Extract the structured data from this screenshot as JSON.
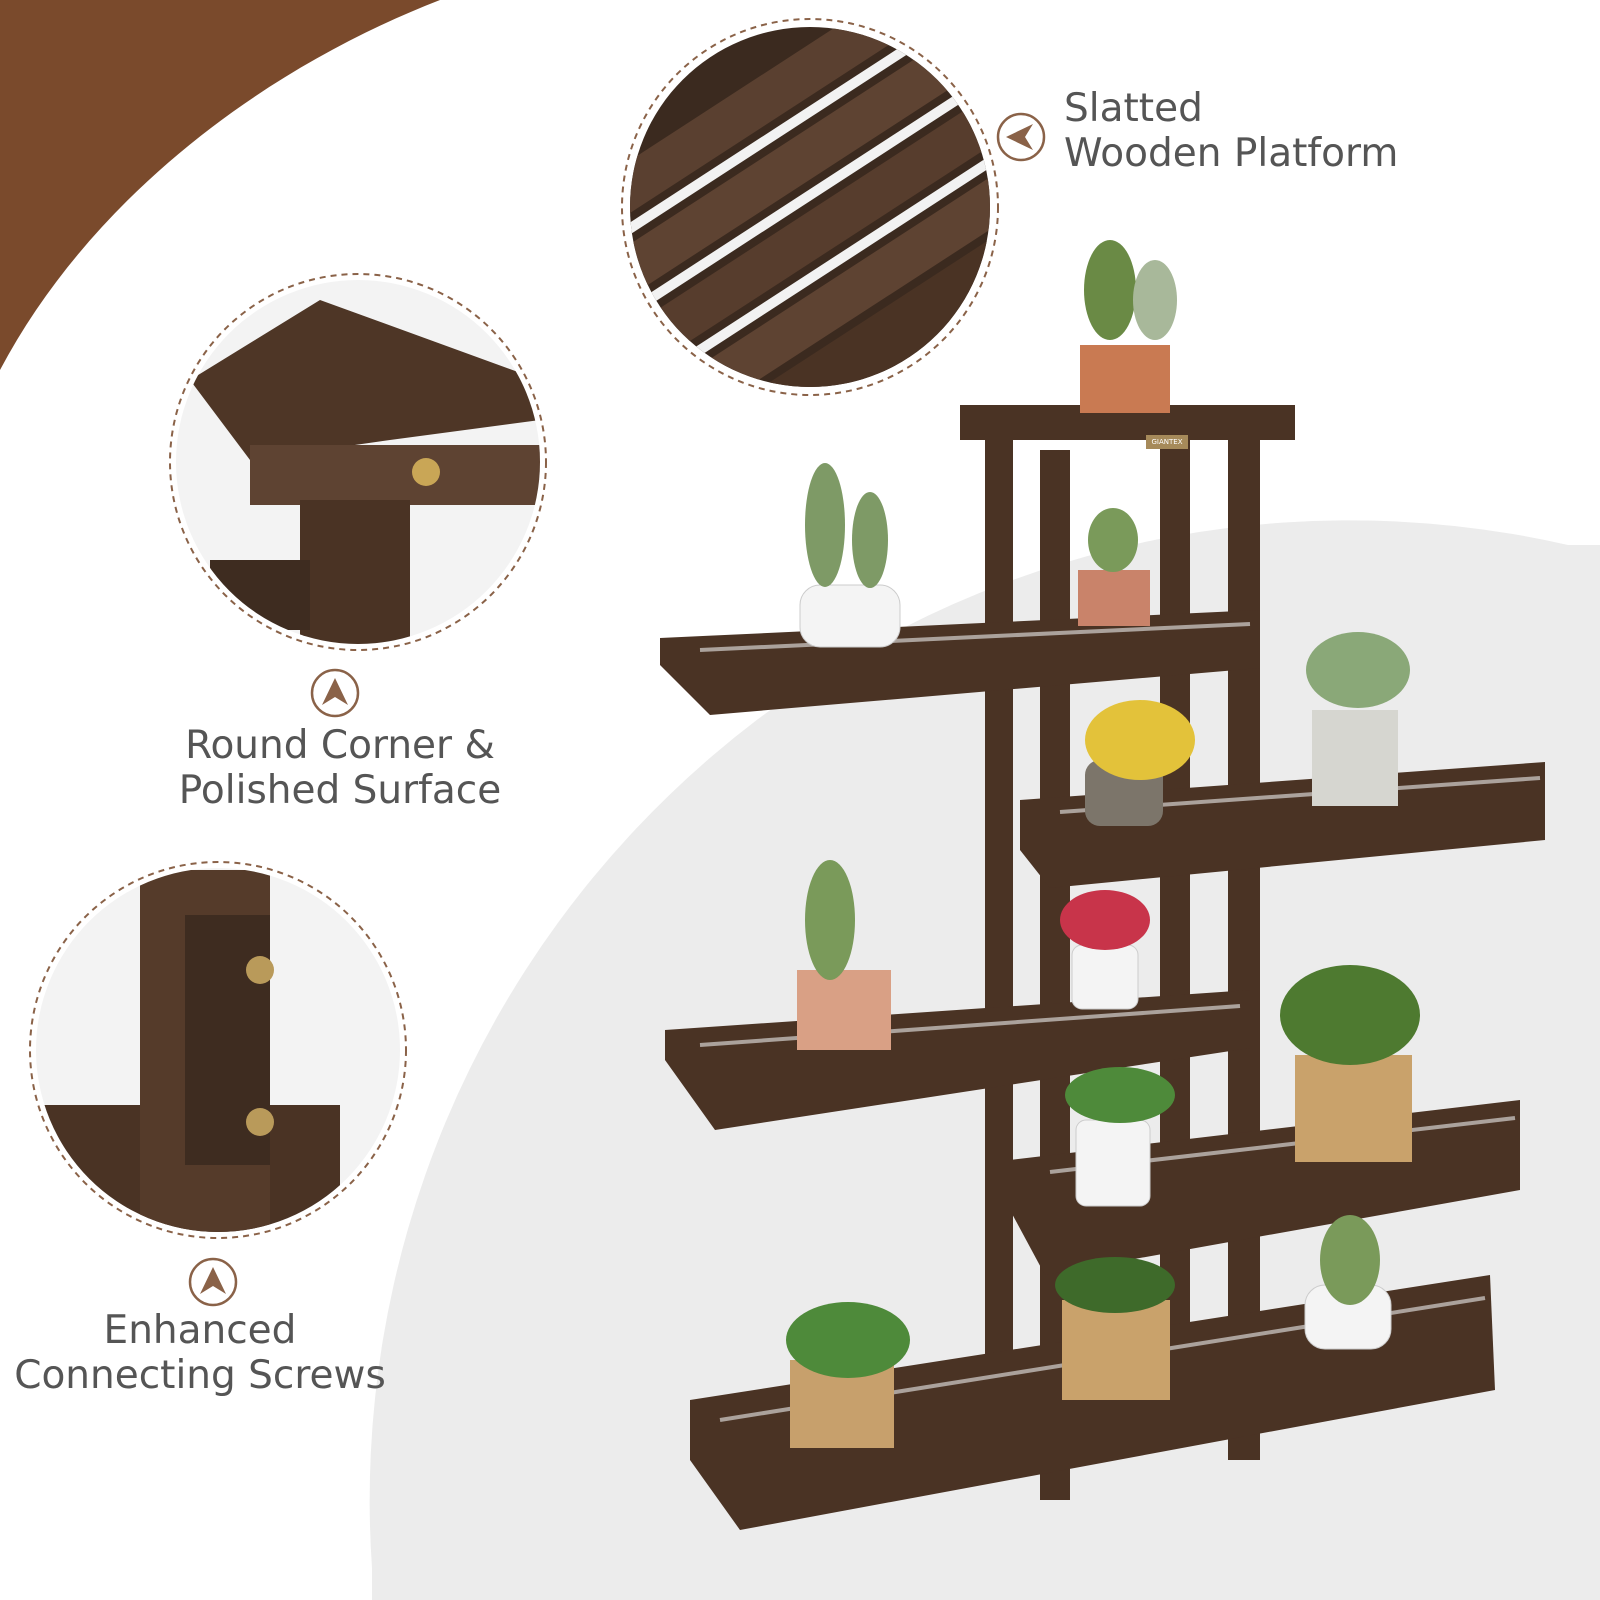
{
  "colors": {
    "accent_brown": "#7a4a2c",
    "icon_brown": "#8a6248",
    "wood_dark": "#4a3324",
    "wood_light": "#6b4c36",
    "background_grey": "#ececec",
    "text_grey": "#555555"
  },
  "features": [
    {
      "line1": "Slatted",
      "line2": "Wooden Platform",
      "icon": "arrow-left-circle-icon"
    },
    {
      "line1": "Round Corner &",
      "line2": "Polished Surface",
      "icon": "arrow-up-circle-icon"
    },
    {
      "line1": "Enhanced",
      "line2": "Connecting Screws",
      "icon": "arrow-up-circle-icon"
    }
  ],
  "product": {
    "brand_plate": "GIANTEX"
  }
}
